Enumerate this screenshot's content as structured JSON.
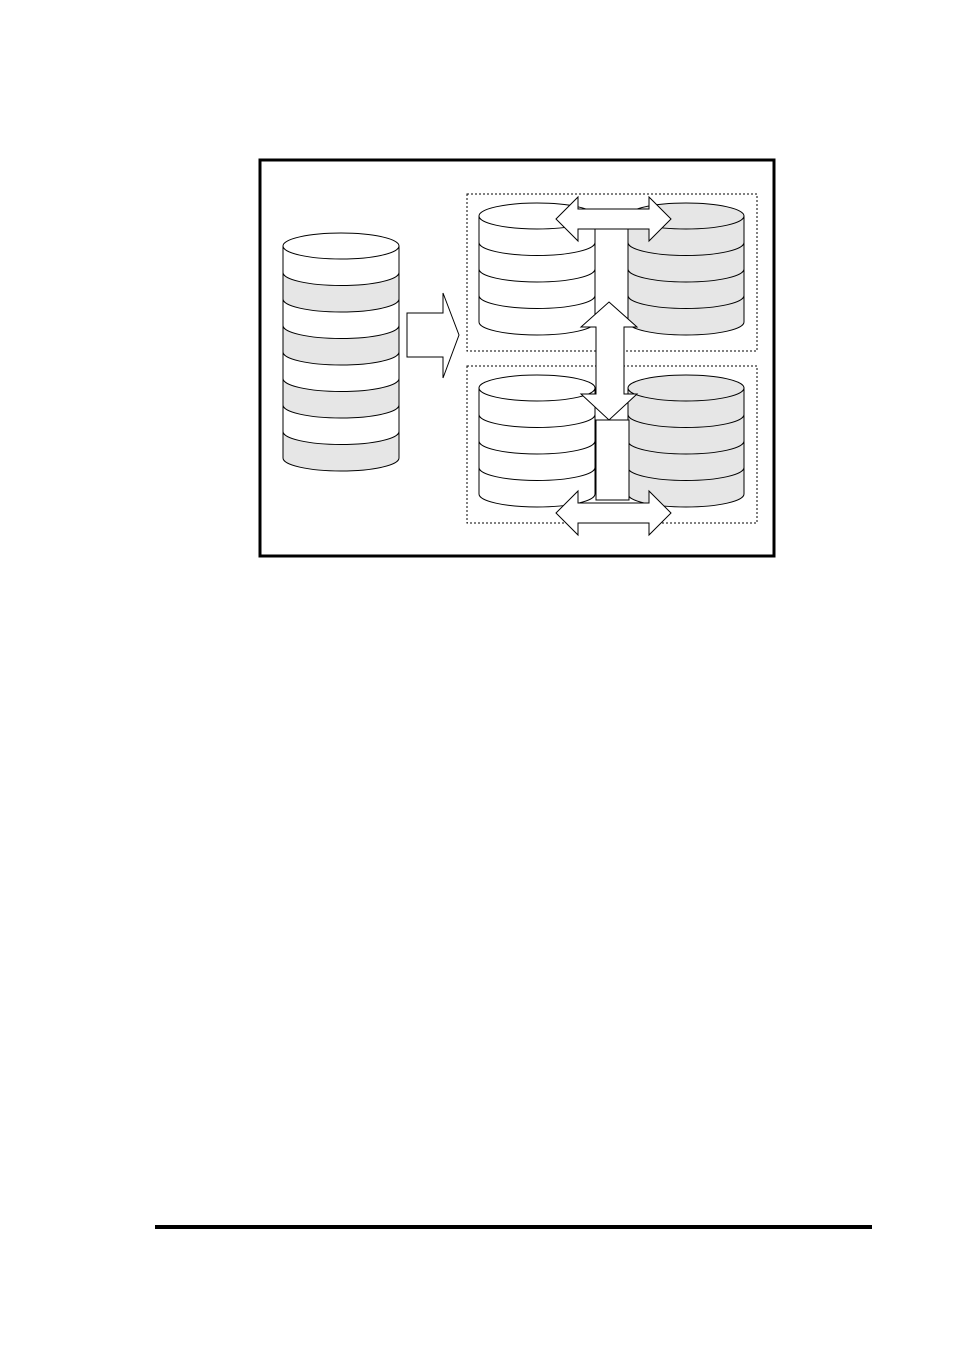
{
  "diagram": {
    "colors": {
      "ink": "#000000",
      "paper": "#ffffff",
      "shaded_band": "#e6e6e6"
    },
    "source_volume": {
      "band_shading": [
        "white",
        "shaded",
        "white",
        "shaded",
        "white",
        "shaded",
        "white",
        "shaded"
      ]
    },
    "split_arrow": {
      "icon": "right-block-arrow-icon"
    },
    "groups": [
      {
        "volumes": [
          {
            "band_shading": [
              "white",
              "white",
              "white",
              "white"
            ]
          },
          {
            "band_shading": [
              "shaded",
              "shaded",
              "shaded",
              "shaded"
            ]
          }
        ],
        "link_arrow": {
          "icon": "double-horizontal-arrow-icon"
        }
      },
      {
        "volumes": [
          {
            "band_shading": [
              "white",
              "white",
              "white",
              "white"
            ]
          },
          {
            "band_shading": [
              "shaded",
              "shaded",
              "shaded",
              "shaded"
            ]
          }
        ],
        "link_arrow": {
          "icon": "double-horizontal-arrow-icon"
        }
      }
    ],
    "cross_group_link": {
      "icon": "double-vertical-arrow-icon"
    }
  }
}
